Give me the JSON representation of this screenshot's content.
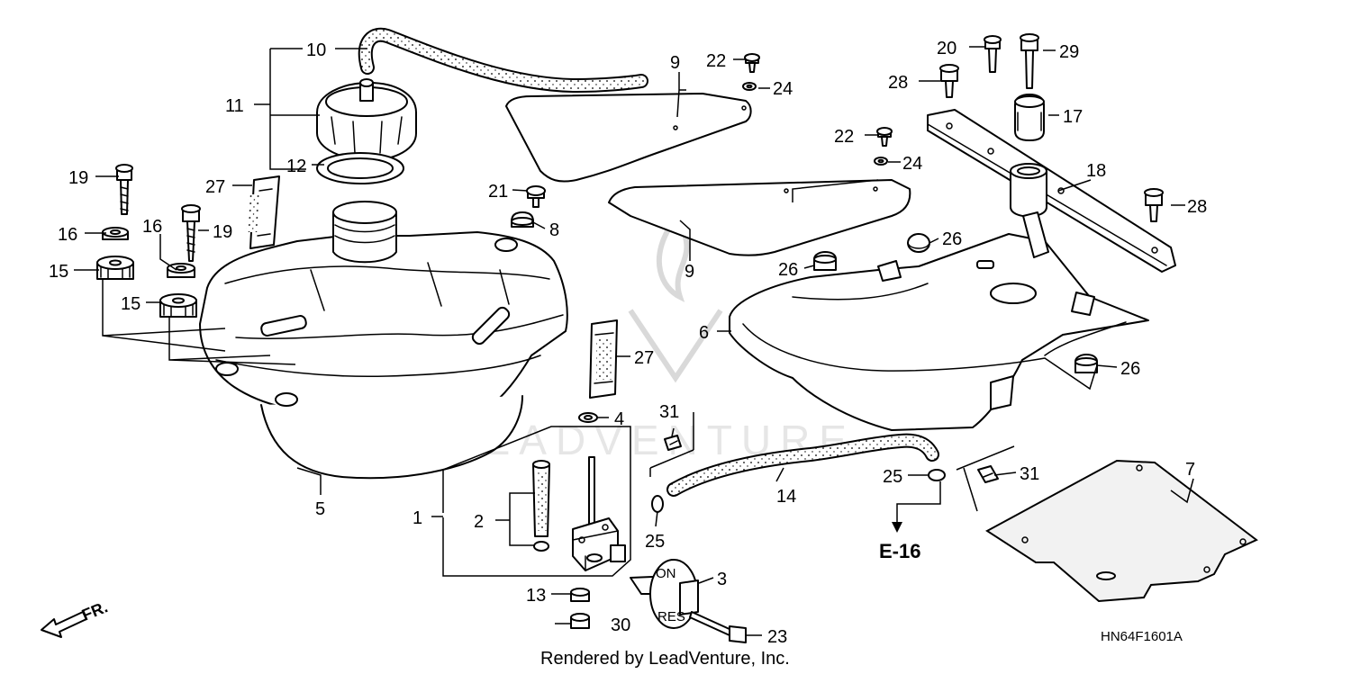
{
  "callouts": {
    "c1": "1",
    "c2": "2",
    "c3": "3",
    "c4": "4",
    "c5": "5",
    "c6": "6",
    "c7": "7",
    "c8": "8",
    "c9a": "9",
    "c9b": "9",
    "c10": "10",
    "c11": "11",
    "c12": "12",
    "c13": "13",
    "c14": "14",
    "c15a": "15",
    "c15b": "15",
    "c16a": "16",
    "c16b": "16",
    "c17": "17",
    "c18": "18",
    "c19a": "19",
    "c19b": "19",
    "c20": "20",
    "c21": "21",
    "c22a": "22",
    "c22b": "22",
    "c23": "23",
    "c24a": "24",
    "c24b": "24",
    "c25a": "25",
    "c25b": "25",
    "c26a": "26",
    "c26b": "26",
    "c26c": "26",
    "c27a": "27",
    "c27b": "27",
    "c28a": "28",
    "c28b": "28",
    "c29": "29",
    "c30": "30",
    "c31a": "31",
    "c31b": "31"
  },
  "reference": "E-16",
  "diagram_code": "HN64F1601A",
  "direction_label": "FR.",
  "footer": "Rendered by LeadVenture, Inc."
}
